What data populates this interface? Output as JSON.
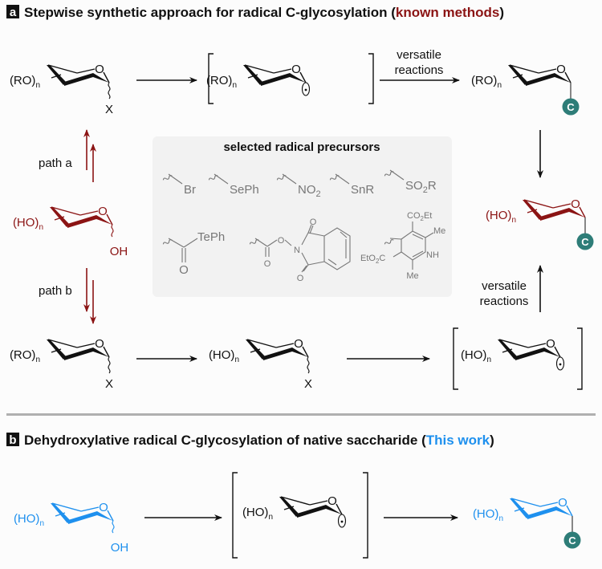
{
  "colors": {
    "black": "#111111",
    "known": "#8b1414",
    "thiswork": "#1e90ee",
    "cgroup": "#2e7d78",
    "precursor_gray": "#777777",
    "panel_bg": "#f3f3f3",
    "divider": "#b0b0b0"
  },
  "panel_a": {
    "badge": "a",
    "title_main": "Stepwise synthetic approach for radical C-glycosylation (",
    "title_highlight": "known methods",
    "title_end": ")",
    "path_a": "path a",
    "path_b": "path b",
    "versatile_top": [
      "versatile",
      "reactions"
    ],
    "versatile_right": [
      "versatile",
      "reactions"
    ],
    "molecules": {
      "top_left": {
        "substituent": "(RO)",
        "subscript": "n",
        "anomeric": "X"
      },
      "top_mid_radical": {
        "substituent": "(RO)",
        "subscript": "n"
      },
      "top_right": {
        "substituent": "(RO)",
        "subscript": "n",
        "anomeric": "C"
      },
      "center_start": {
        "substituent": "(HO)",
        "subscript": "n",
        "anomeric": "OH"
      },
      "center_product": {
        "substituent": "(HO)",
        "subscript": "n",
        "anomeric": "C"
      },
      "bottom_left": {
        "substituent": "(RO)",
        "subscript": "n",
        "anomeric": "X"
      },
      "bottom_mid": {
        "substituent": "(HO)",
        "subscript": "n",
        "anomeric": "X"
      },
      "bottom_right_radical": {
        "substituent": "(HO)",
        "subscript": "n"
      }
    },
    "ring_oxygen": "O",
    "precursors": {
      "heading": "selected radical precursors",
      "row1": [
        {
          "label": "Br",
          "sub": ""
        },
        {
          "label": "SePh",
          "sub": ""
        },
        {
          "label": "NO",
          "sub": "2"
        },
        {
          "label": "SnR",
          "sub": ""
        },
        {
          "label": "SO",
          "sub": "2",
          "tail": "R"
        }
      ],
      "row2": {
        "tellurium": {
          "label": "TePh",
          "carbonyl_o": "O"
        },
        "nhpi": {
          "o_link": "O",
          "n": "N",
          "carbonyl_o": "O"
        },
        "hantzsch": {
          "ester_top": "CO",
          "ester_top_sub": "2",
          "ester_top_tail": "Et",
          "ester_left_pre": "EtO",
          "ester_left_sub": "2",
          "ester_left_tail": "C",
          "me_top": "Me",
          "me_bottom": "Me",
          "nh": "NH"
        }
      }
    }
  },
  "panel_b": {
    "badge": "b",
    "title_main": "Dehydroxylative radical C-glycosylation of native saccharide (",
    "title_highlight": "This work",
    "title_end": ")",
    "molecules": {
      "start": {
        "substituent": "(HO)",
        "subscript": "n",
        "anomeric": "OH"
      },
      "radical": {
        "substituent": "(HO)",
        "subscript": "n"
      },
      "product": {
        "substituent": "(HO)",
        "subscript": "n",
        "anomeric": "C"
      }
    }
  }
}
